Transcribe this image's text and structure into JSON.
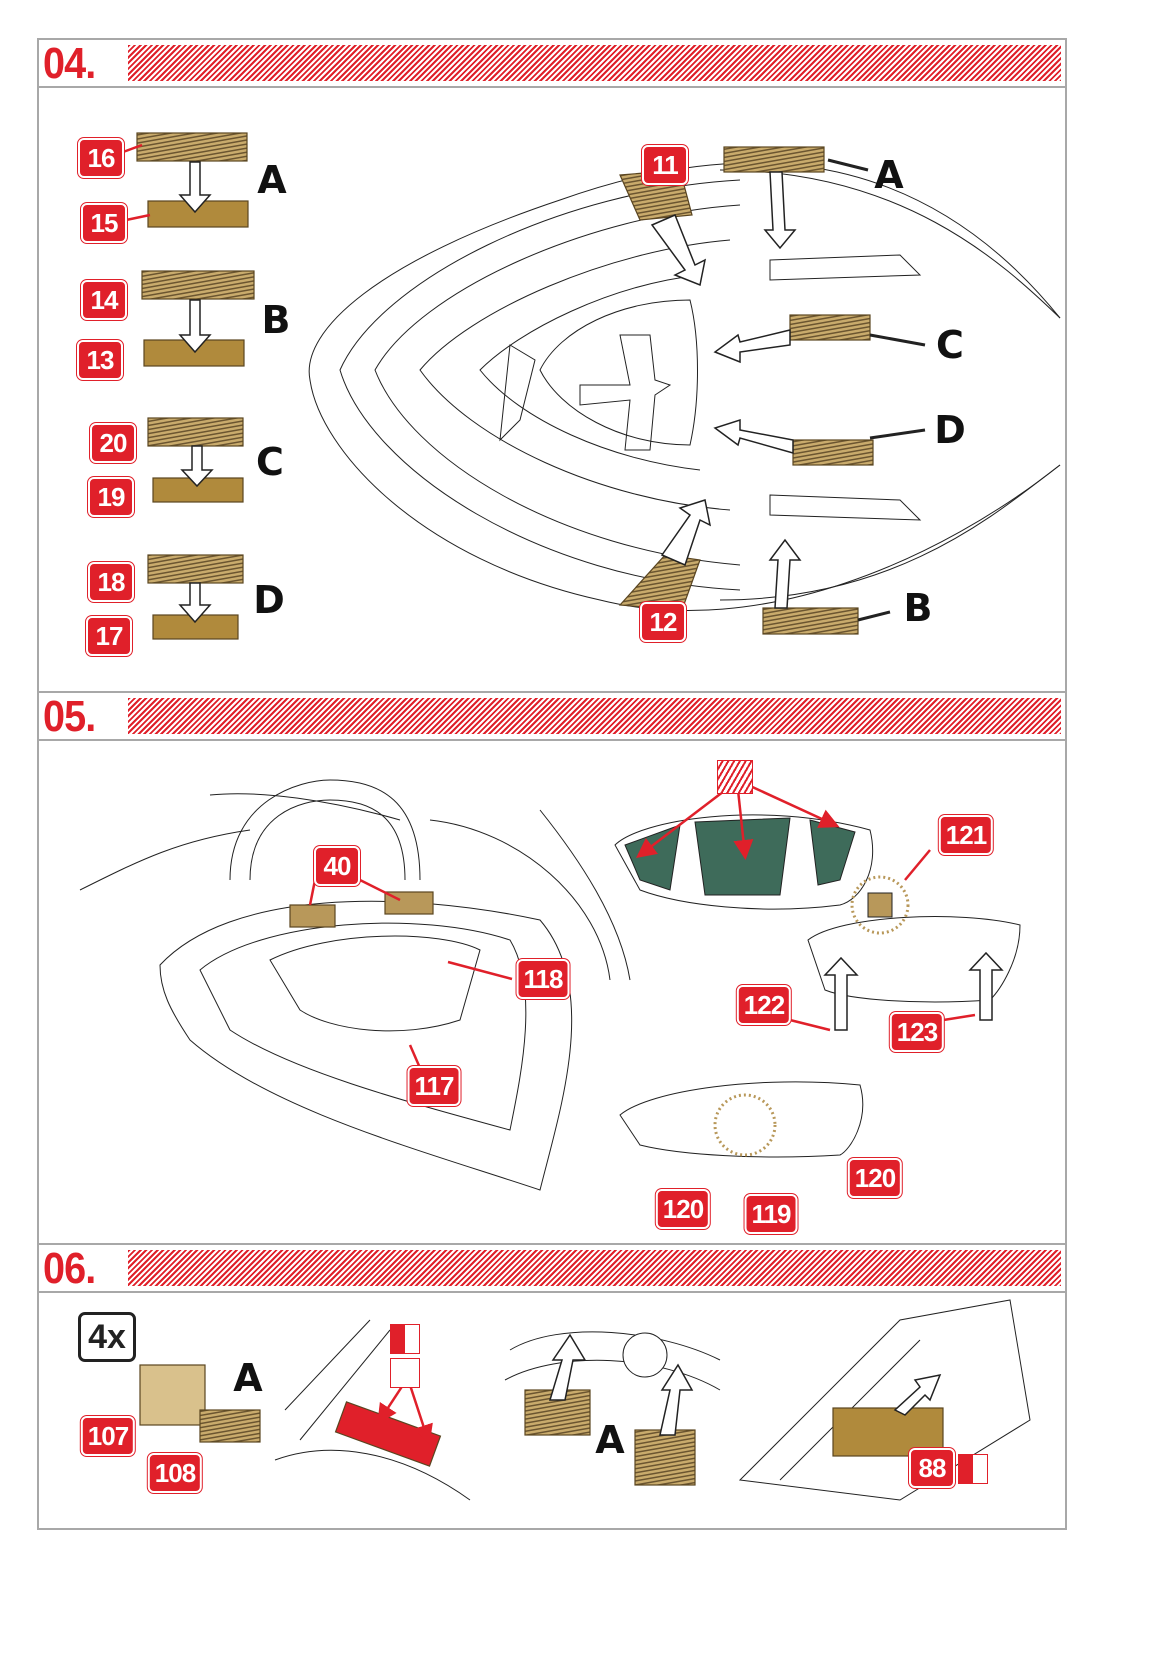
{
  "sections": [
    {
      "step": "04.",
      "letters_left": [
        "A",
        "B",
        "C",
        "D"
      ],
      "letters_right": [
        "A",
        "C",
        "D",
        "B"
      ],
      "parts": [
        "16",
        "15",
        "14",
        "13",
        "20",
        "19",
        "18",
        "17",
        "11",
        "12"
      ]
    },
    {
      "step": "05.",
      "parts": [
        "40",
        "118",
        "117",
        "121",
        "122",
        "123",
        "120",
        "119",
        "120"
      ]
    },
    {
      "step": "06.",
      "quantity": "4x",
      "letters": [
        "A",
        "A"
      ],
      "parts": [
        "107",
        "108",
        "88"
      ]
    }
  ],
  "colors": {
    "accent": "#e0202a",
    "brass": "#b8985a",
    "green": "#3e6b5a"
  },
  "icons": [
    "paint-icon",
    "glue-icon",
    "cut-icon"
  ]
}
